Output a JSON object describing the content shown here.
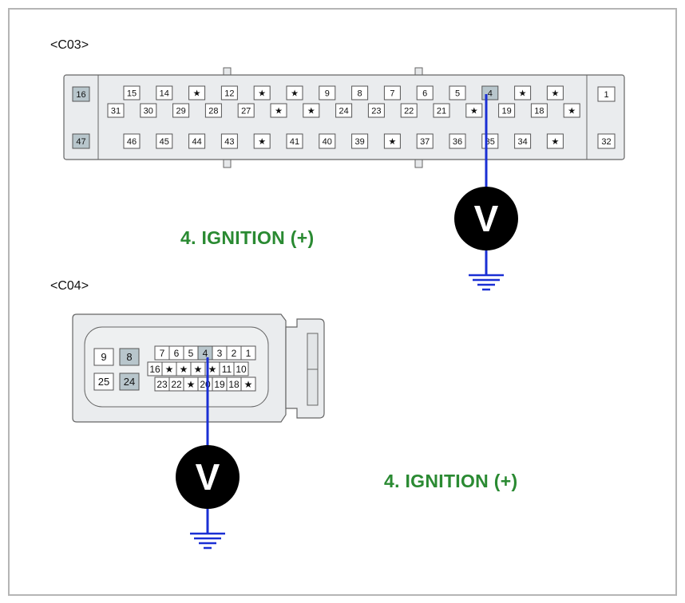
{
  "c03": {
    "label": "<C03>",
    "caption": "4. IGNITION (+)",
    "meter_symbol": "V",
    "pins": {
      "left_top": "16",
      "left_bottom": "47",
      "right_top": "1",
      "right_bottom": "32",
      "row1": [
        "15",
        "14",
        "★",
        "12",
        "★",
        "★",
        "9",
        "8",
        "7",
        "6",
        "5",
        "4",
        "★",
        "★"
      ],
      "row2": [
        "31",
        "30",
        "29",
        "28",
        "27",
        "★",
        "★",
        "24",
        "23",
        "22",
        "21",
        "★",
        "19",
        "18",
        "★"
      ],
      "row3": [
        "46",
        "45",
        "44",
        "43",
        "★",
        "41",
        "40",
        "39",
        "★",
        "37",
        "36",
        "35",
        "34",
        "★"
      ]
    },
    "shaded_pins": [
      "16",
      "47",
      "4"
    ]
  },
  "c04": {
    "label": "<C04>",
    "caption": "4. IGNITION (+)",
    "meter_symbol": "V",
    "pins": {
      "big": [
        "9",
        "8",
        "25",
        "24"
      ],
      "row1": [
        "7",
        "6",
        "5",
        "4",
        "3",
        "2",
        "1"
      ],
      "row2": [
        "16",
        "★",
        "★",
        "★",
        "★",
        "11",
        "10"
      ],
      "row3": [
        "23",
        "22",
        "★",
        "20",
        "19",
        "18",
        "★"
      ]
    },
    "shaded_pins": [
      "8",
      "24",
      "4"
    ]
  },
  "colors": {
    "probe_wire": "#1a2fd4",
    "caption_green": "#2a8a32",
    "connector_fill": "#eaecee",
    "shaded_pin": "#b8c6cc",
    "meter_fill": "#000000"
  }
}
